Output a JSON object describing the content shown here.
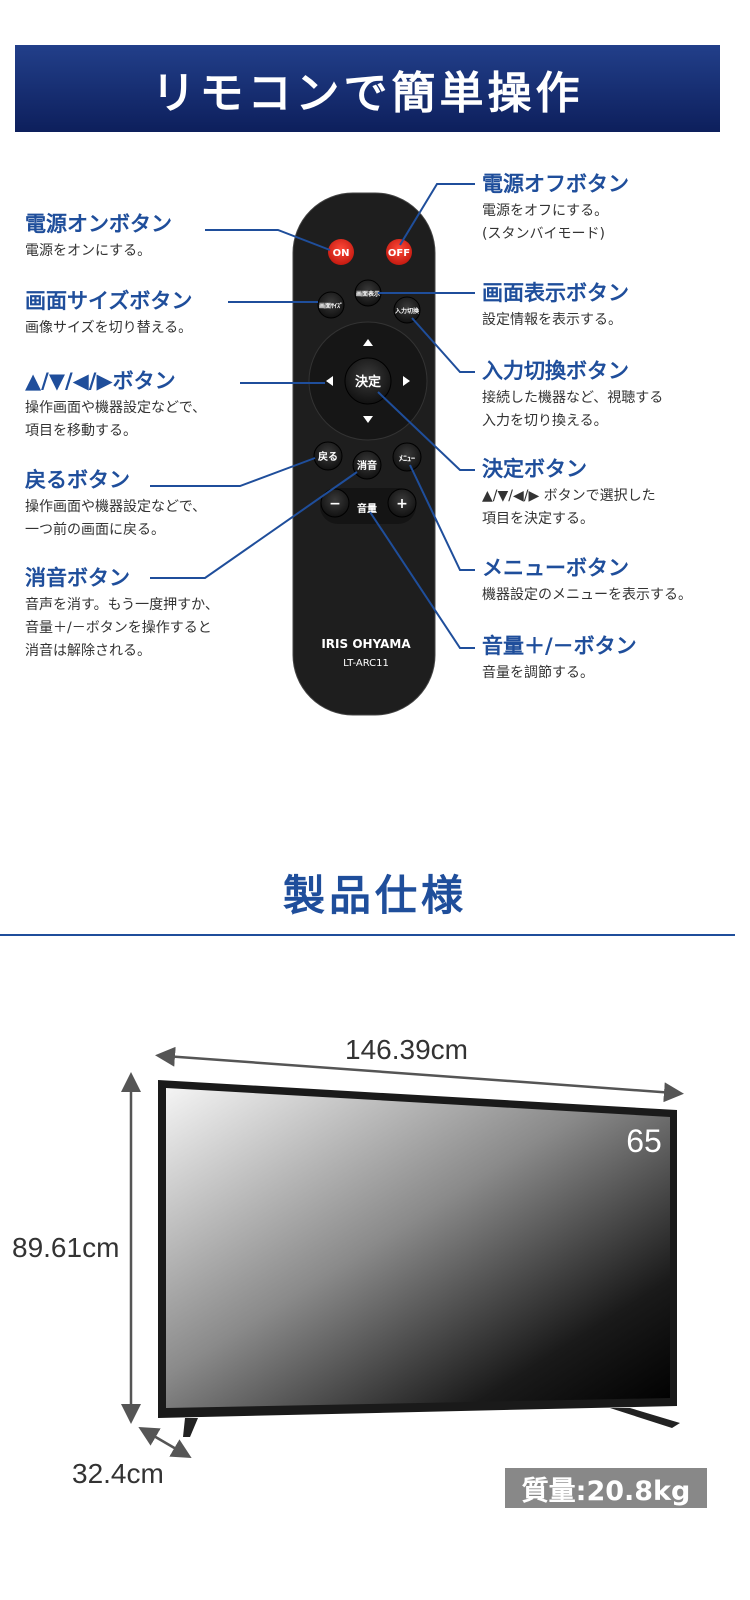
{
  "header": {
    "title": "リモコンで簡単操作"
  },
  "remote": {
    "brand": "IRIS OHYAMA",
    "model": "LT-ARC11",
    "buttons": {
      "on": "ON",
      "off": "OFF",
      "screen_size": "画面ｻｲｽﾞ",
      "display": "画面表示",
      "input": "入力切換",
      "ok": "決定",
      "back": "戻る",
      "mute": "消音",
      "menu": "ﾒﾆｭｰ",
      "minus": "−",
      "plus": "+",
      "volume": "音量"
    },
    "colors": {
      "body": "#1e1e1e",
      "power": "#e8261c"
    }
  },
  "labels": [
    {
      "title": "電源オンボタン",
      "desc": "電源をオンにする。"
    },
    {
      "title": "画面サイズボタン",
      "desc": "画像サイズを切り替える。"
    },
    {
      "title": "▲/▼/◀/▶ボタン",
      "desc": "操作画面や機器設定などで、\n項目を移動する。"
    },
    {
      "title": "戻るボタン",
      "desc": "操作画面や機器設定などで、\n一つ前の画面に戻る。"
    },
    {
      "title": "消音ボタン",
      "desc": "音声を消す。もう一度押すか、\n音量＋/－ボタンを操作すると\n消音は解除される。"
    },
    {
      "title": "電源オフボタン",
      "desc": "電源をオフにする。\n(スタンバイモード)"
    },
    {
      "title": "画面表示ボタン",
      "desc": "設定情報を表示する。"
    },
    {
      "title": "入力切換ボタン",
      "desc": "接続した機器など、視聴する\n入力を切り換える。"
    },
    {
      "title": "決定ボタン",
      "desc": "▲/▼/◀/▶ ボタンで選択した\n項目を決定する。"
    },
    {
      "title": "メニューボタン",
      "desc": "機器設定のメニューを表示する。"
    },
    {
      "title": "音量＋/－ボタン",
      "desc": "音量を調節する。"
    }
  ],
  "spec": {
    "title": "製品仕様",
    "width": "146.39cm",
    "height": "89.61cm",
    "depth": "32.4cm",
    "screen_size": "65",
    "weight": "質量:20.8kg",
    "accent": "#1f4e9b"
  }
}
